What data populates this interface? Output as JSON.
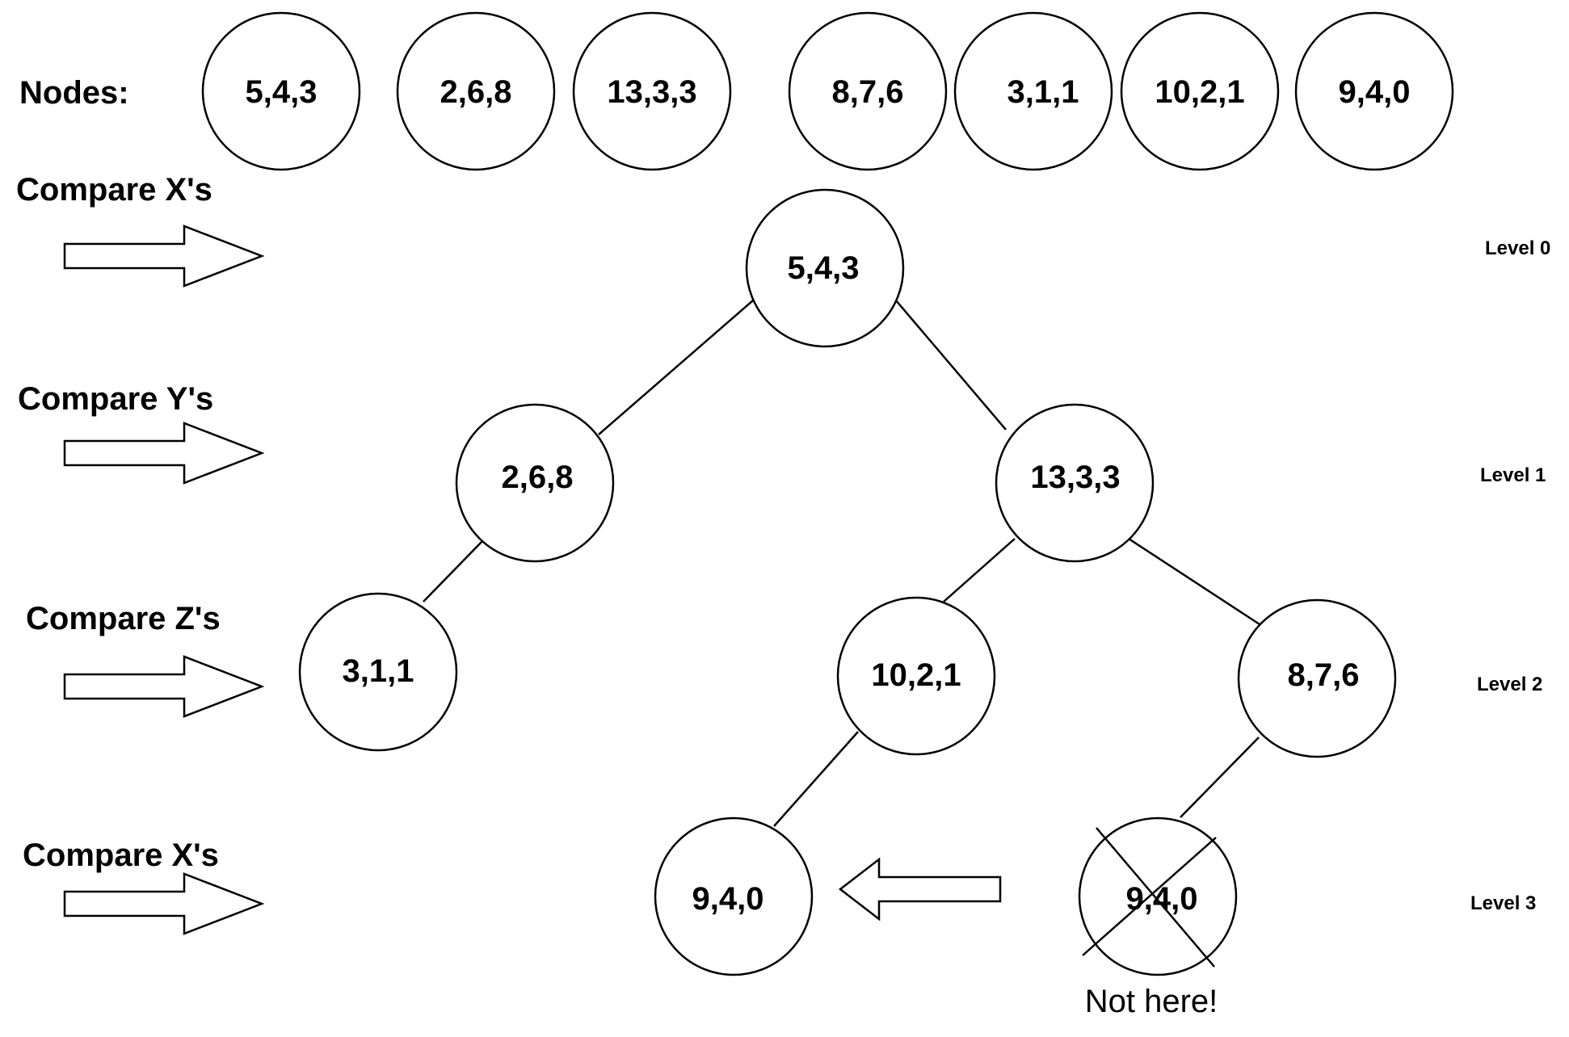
{
  "nodes_label": "Nodes:",
  "node_list": [
    "5,4,3",
    "2,6,8",
    "13,3,3",
    "8,7,6",
    "3,1,1",
    "10,2,1",
    "9,4,0"
  ],
  "compare_labels": [
    "Compare X's",
    "Compare Y's",
    "Compare Z's",
    "Compare X's"
  ],
  "levels": [
    "Level 0",
    "Level 1",
    "Level 2",
    "Level 3"
  ],
  "tree": {
    "root": "5,4,3",
    "l1_left": "2,6,8",
    "l1_right": "13,3,3",
    "l2_a": "3,1,1",
    "l2_b": "10,2,1",
    "l2_c": "8,7,6",
    "l3_placed": "9,4,0",
    "l3_rejected": "9,4,0"
  },
  "edges": [
    [
      "5,4,3",
      "2,6,8"
    ],
    [
      "5,4,3",
      "13,3,3"
    ],
    [
      "2,6,8",
      "3,1,1"
    ],
    [
      "13,3,3",
      "10,2,1"
    ],
    [
      "13,3,3",
      "8,7,6"
    ],
    [
      "10,2,1",
      "9,4,0"
    ],
    [
      "8,7,6",
      "9,4,0 (rejected)"
    ]
  ],
  "rejected_note": "Not here!"
}
